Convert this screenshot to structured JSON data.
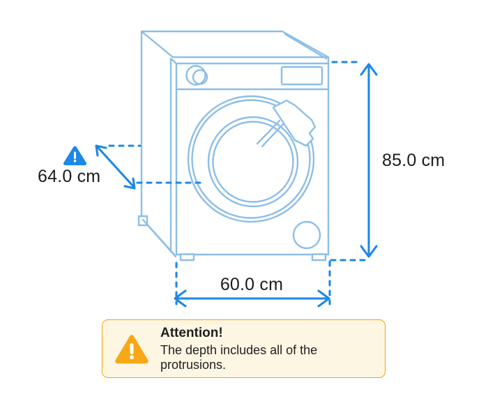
{
  "colors": {
    "machine_line": "#8CBEE8",
    "dimension_line": "#1E88E5",
    "label_text": "#1B1B1B",
    "attention_bg": "#FDF6E3",
    "attention_border": "#F0A40D",
    "attention_icon": "#F7A816",
    "attention_text": "#1F1F1F"
  },
  "diagram": {
    "subject": "washing-machine-dimension-diagram",
    "dimensions": {
      "height": {
        "value": "85.0 cm"
      },
      "width": {
        "value": "60.0 cm"
      },
      "depth": {
        "value": "64.0 cm",
        "warning_icon": "warning-triangle-icon"
      }
    }
  },
  "attention": {
    "icon": "warning-triangle-icon",
    "title": "Attention!",
    "message": "The depth includes all of the protrusions."
  }
}
